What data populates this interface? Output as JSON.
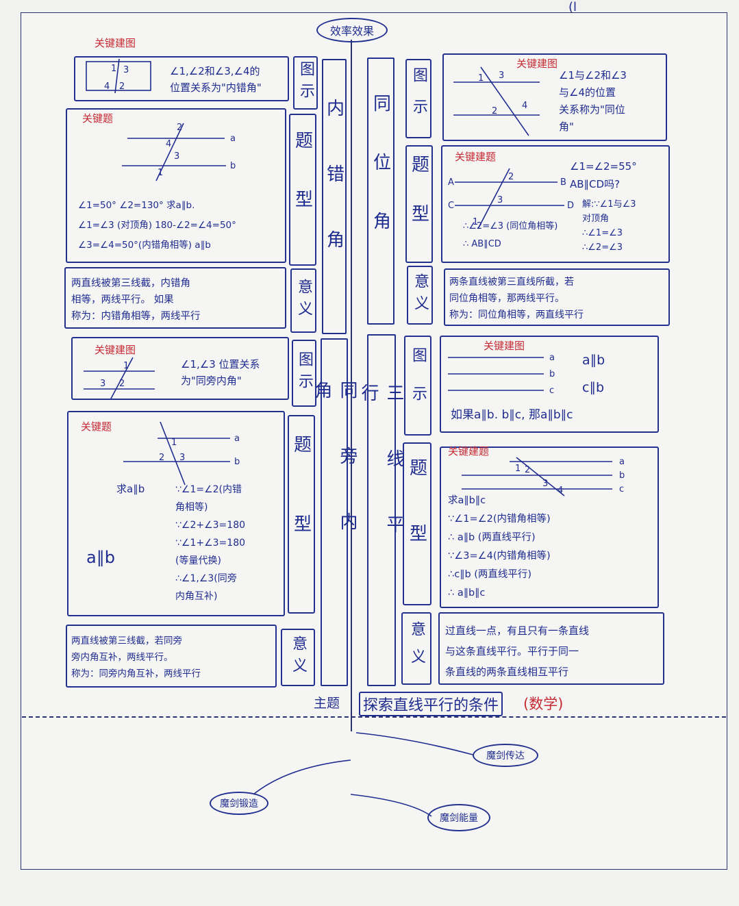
{
  "header": {
    "top_title": "效率效果",
    "corner_mark": "(l"
  },
  "theme": {
    "prefix": "主题",
    "title": "探索直线平行的条件",
    "subject": "(数学)"
  },
  "columns": {
    "left_top": "内错角",
    "left_bottom": "同旁内角",
    "right_top": "同位角",
    "right_bottom": "三线平行"
  },
  "tags": {
    "diagram": "图示",
    "question": "题型",
    "meaning": "意义"
  },
  "left": {
    "alt_diagram": {
      "red": "关键建图",
      "text": "∠1,∠2和∠3,∠4的\n位置关系为\"内错角\"",
      "labels": [
        "1",
        "3",
        "4",
        "2"
      ]
    },
    "alt_question": {
      "red": "关键题",
      "labels": [
        "2",
        "4",
        "3",
        "1",
        "a",
        "b"
      ],
      "lines": "∠1=50°  ∠2=130°  求a∥b.\n∠1=∠3 (对顶角)   180-∠2=∠4=50°\n∠3=∠4=50°(内错角相等) a∥b"
    },
    "alt_meaning": "两直线被第三线截，内错角\n相等，两线平行。  如果\n称为：内错角相等，两线平行",
    "co_diagram": {
      "red": "关键建图",
      "text": "∠1,∠3 位置关系\n为\"同旁内角\"",
      "labels": [
        "1",
        "3",
        "2"
      ]
    },
    "co_question": {
      "red": "关键题",
      "labels": [
        "1",
        "2",
        "3",
        "a",
        "b"
      ],
      "ask": "求a∥b",
      "proof": "∵∠1=∠2(内错\n  角相等)\n∵∠2+∠3=180\n∵∠1+∠3=180\n  (等量代换)\n∴∠1,∠3(同旁\n  内角互补)",
      "conclusion": "a∥b"
    },
    "co_meaning": "两直线被第三线截，若同旁\n旁内角互补，两线平行。\n称为：同旁内角互补，两线平行"
  },
  "right": {
    "corr_diagram": {
      "red": "关键建图",
      "text": "∠1与∠2和∠3\n与∠4的位置\n关系称为\"同位\n角\"",
      "labels": [
        "1",
        "3",
        "2",
        "4"
      ]
    },
    "corr_question": {
      "red": "关键建题",
      "labels": [
        "A",
        "B",
        "C",
        "D",
        "1",
        "2",
        "3"
      ],
      "given": "∠1=∠2=55°\nAB∥CD吗?",
      "solve": "解:∵∠1与∠3\n     对顶角\n∴∠1=∠3\n∴∠2=∠3",
      "left_proof": "∴∠2=∠3 (同位角相等)\n∴ AB∥CD"
    },
    "corr_meaning": "两条直线被第三直线所截，若\n同位角相等，那两线平行。\n称为：同位角相等，两直线平行",
    "three_diagram": {
      "red": "关键建图",
      "labels": [
        "a",
        "b",
        "c"
      ],
      "side": "a∥b\nc∥b",
      "text": "如果a∥b. b∥c, 那a∥b∥c"
    },
    "three_question": {
      "red": "关键建题",
      "labels": [
        "1",
        "2",
        "3",
        "4",
        "a",
        "b",
        "c"
      ],
      "lines": "求a∥b∥c\n∵∠1=∠2(内错角相等)\n∴ a∥b (两直线平行)\n∵∠3=∠4(内错角相等)\n∴c∥b (两直线平行)\n∴ a∥b∥c"
    },
    "three_meaning": "过直线一点，有且只有一条直线\n与这条直线平行。平行于同一\n条直线的两条直线相互平行"
  },
  "branches": [
    "魔剑传达",
    "魔剑锻造",
    "魔剑能量"
  ]
}
